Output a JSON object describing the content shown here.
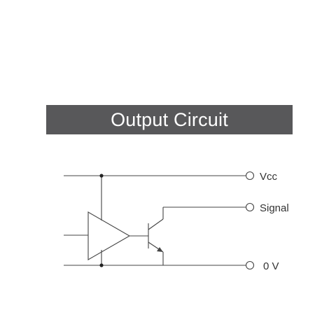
{
  "title": "Output Circuit",
  "terminals": {
    "vcc": "Vcc",
    "signal": "Signal",
    "zero_v": "0 V"
  },
  "colors": {
    "banner_background": "#58585a",
    "banner_text": "#ffffff",
    "line": "#444444",
    "background": "#ffffff"
  }
}
